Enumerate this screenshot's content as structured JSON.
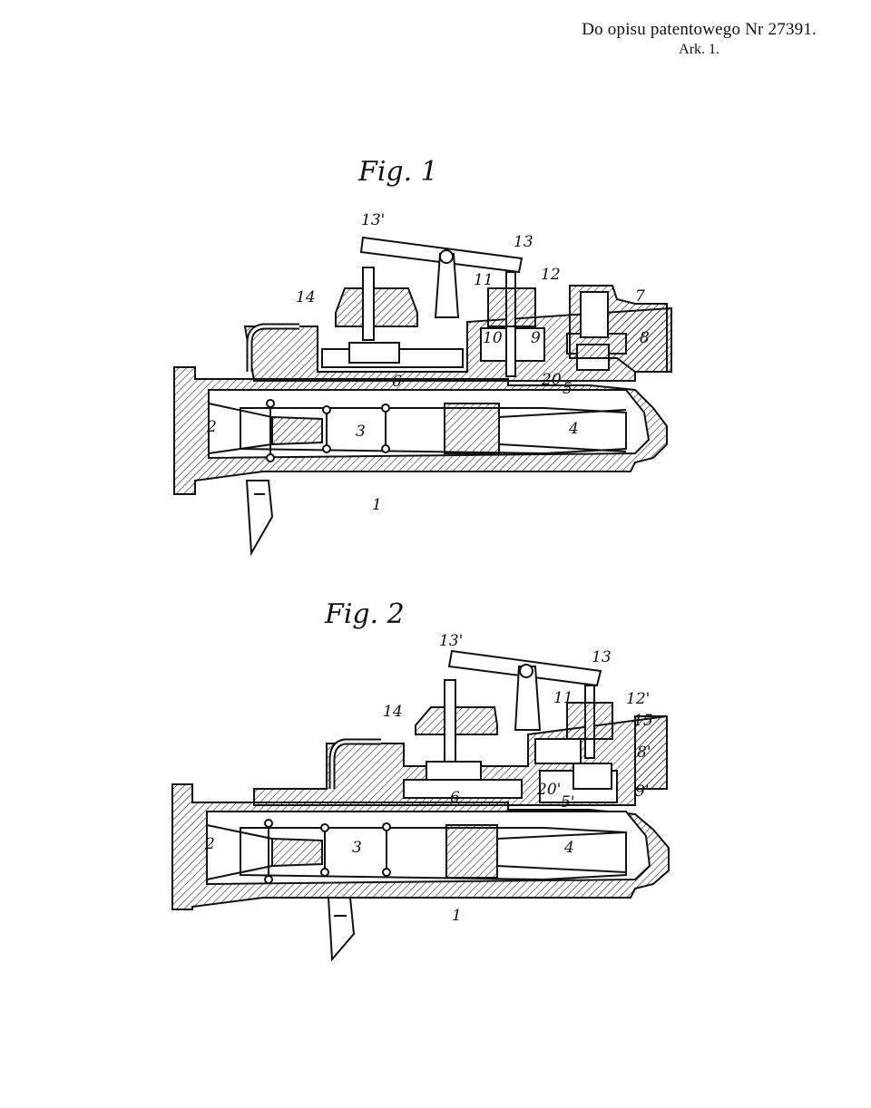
{
  "header": {
    "line1": "Do opisu patentowego Nr 27391.",
    "line2": "Ark. 1."
  },
  "figures": [
    {
      "title": "Fig. 1",
      "labels": {
        "l13p": "13'",
        "l13": "13",
        "l11": "11",
        "l12": "12",
        "l14": "14",
        "l10": "10",
        "l9": "9",
        "l7": "7",
        "l8": "8",
        "l6": "6",
        "l20": "20",
        "l5": "5",
        "l2": "2",
        "l3": "3",
        "l4": "4",
        "l1": "1"
      }
    },
    {
      "title": "Fig. 2",
      "labels": {
        "l13p": "13'",
        "l13": "13",
        "l11": "11",
        "l12": "12'",
        "l14": "14",
        "l15": "15",
        "l8": "8'",
        "l6": "6",
        "l20": "20'",
        "l5": "5'",
        "l9": "9'",
        "l2": "2",
        "l3": "3",
        "l4": "4",
        "l1": "1"
      }
    }
  ]
}
